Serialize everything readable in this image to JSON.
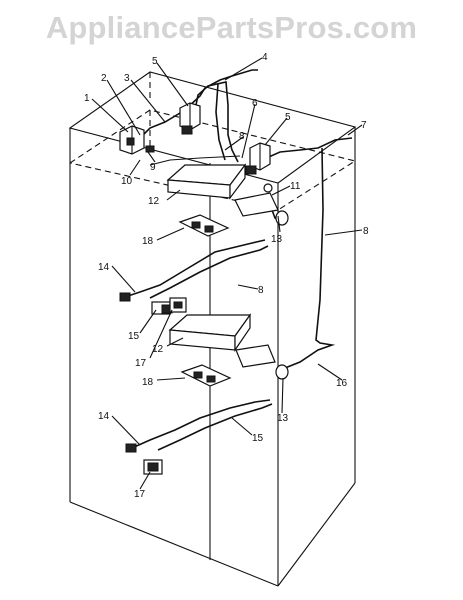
{
  "watermark": "AppliancePartsPros.com",
  "callouts": {
    "c1": "1",
    "c2": "2",
    "c3": "3",
    "c4": "4",
    "c5a": "5",
    "c5b": "5",
    "c6": "6",
    "c7": "7",
    "c8a": "8",
    "c8b": "8",
    "c8c": "8",
    "c9": "9",
    "c10": "10",
    "c11": "11",
    "c12a": "12",
    "c12b": "12",
    "c13a": "13",
    "c13b": "13",
    "c14a": "14",
    "c14b": "14",
    "c15a": "15",
    "c15b": "15",
    "c16": "16",
    "c17a": "17",
    "c17b": "17",
    "c18a": "18",
    "c18b": "18"
  }
}
